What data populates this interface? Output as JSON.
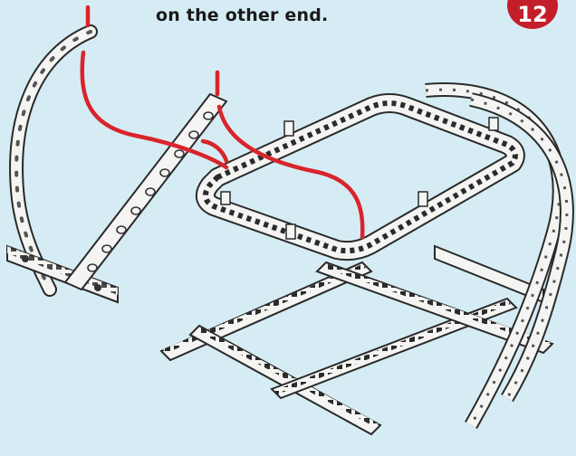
{
  "caption": "on the other end.",
  "step_number": "12",
  "colors": {
    "background": "#d6ecf4",
    "badge": "#c41e2a",
    "wire": "#d9242b",
    "part_fill": "#f4f4f2",
    "part_outline": "#2a2a2a"
  },
  "icons": [
    "step-number-badge"
  ]
}
